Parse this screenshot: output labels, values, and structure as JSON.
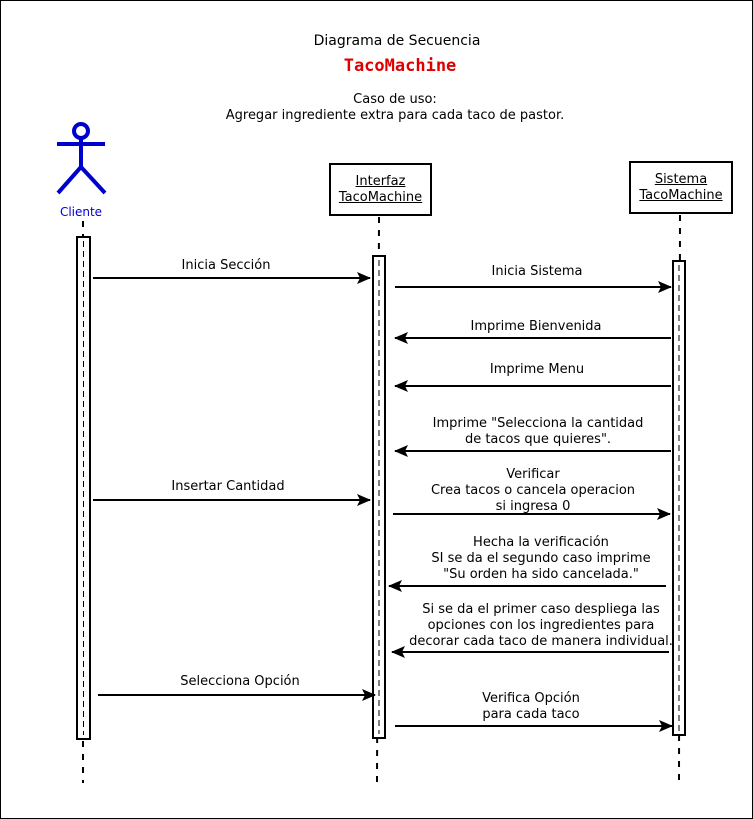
{
  "header": {
    "title": "Diagrama de Secuencia",
    "app_name": "TacoMachine",
    "use_case_label": "Caso de uso:",
    "use_case_text": "Agregar ingrediente extra para cada taco de pastor."
  },
  "colors": {
    "app_name": "#e00000",
    "actor": "#0000cc",
    "line": "#000000"
  },
  "participants": {
    "actor": {
      "label": "Cliente",
      "icon": "stick-figure-icon"
    },
    "interfaz": {
      "line1": "Interfaz",
      "line2": "TacoMachine"
    },
    "sistema": {
      "line1": "Sistema",
      "line2": "TacoMachine"
    }
  },
  "messages": [
    {
      "from": "cliente",
      "to": "interfaz",
      "text": "Inicia Sección"
    },
    {
      "from": "interfaz",
      "to": "sistema",
      "text": "Inicia Sistema"
    },
    {
      "from": "sistema",
      "to": "interfaz",
      "text": "Imprime Bienvenida"
    },
    {
      "from": "sistema",
      "to": "interfaz",
      "text": "Imprime Menu"
    },
    {
      "from": "sistema",
      "to": "interfaz",
      "text": "Imprime \"Selecciona la cantidad\nde tacos que quieres\"."
    },
    {
      "from": "cliente",
      "to": "interfaz",
      "text": "Insertar Cantidad"
    },
    {
      "from": "interfaz",
      "to": "sistema",
      "text": "Verificar\nCrea tacos o cancela operacion\nsi ingresa 0"
    },
    {
      "from": "sistema",
      "to": "interfaz",
      "text": "Hecha la verificación\nSI se da el segundo caso imprime\n\"Su orden ha sido cancelada.\""
    },
    {
      "from": "sistema",
      "to": "interfaz",
      "text": "Si se da el primer caso despliega las\nopciones con los ingredientes para\ndecorar cada taco de manera individual."
    },
    {
      "from": "cliente",
      "to": "interfaz",
      "text": "Selecciona Opción"
    },
    {
      "from": "interfaz",
      "to": "sistema",
      "text": "Verifica Opción\npara cada taco"
    }
  ]
}
